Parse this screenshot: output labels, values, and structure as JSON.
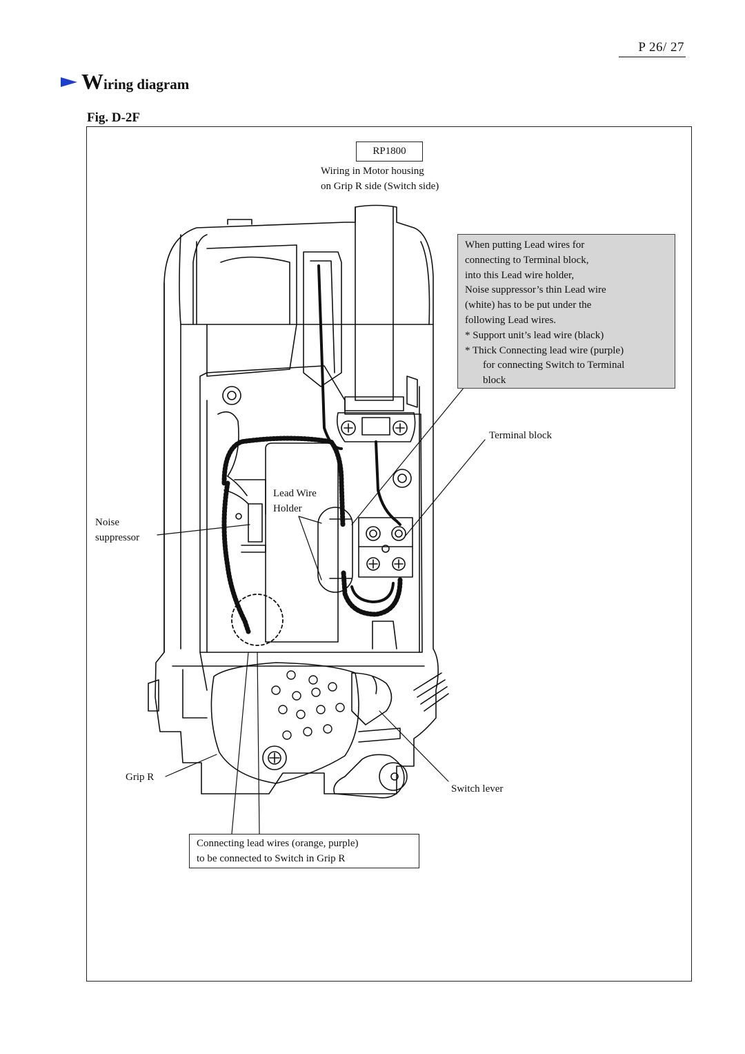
{
  "header": {
    "page_number": "P 26/ 27",
    "title_initial": "W",
    "title_rest": "iring  diagram",
    "figure_label": "Fig. D-2F"
  },
  "model": "RP1800",
  "caption": {
    "line1": "Wiring in Motor housing",
    "line2": "on Grip R side (Switch side)"
  },
  "note": {
    "lines": [
      "When  putting  Lead  wires  for",
      "connecting  to  Terminal  block,",
      "into  this  Lead  wire  holder,",
      "Noise  suppressor’s  thin  Lead  wire",
      "(white)  has  to  be  put  under  the",
      "following  Lead  wires.",
      "*  Support  unit’s  lead  wire  (black)",
      "*  Thick  Connecting  lead  wire  (purple)"
    ],
    "indent_lines": [
      "for  connecting  Switch  to  Terminal",
      "block"
    ]
  },
  "labels": {
    "terminal_block": "Terminal block",
    "lead_wire": "Lead  Wire",
    "holder": "Holder",
    "noise": "Noise",
    "suppressor": "suppressor",
    "grip_r": "Grip  R",
    "switch_lever": "Switch  lever"
  },
  "bottom_note": {
    "line1": "Connecting  lead  wires  (orange,  purple)",
    "line2": "to  be  connected  to  Switch  in  Grip  R"
  },
  "colors": {
    "arrow": "#1a3fd0",
    "note_bg": "#d6d6d6"
  }
}
